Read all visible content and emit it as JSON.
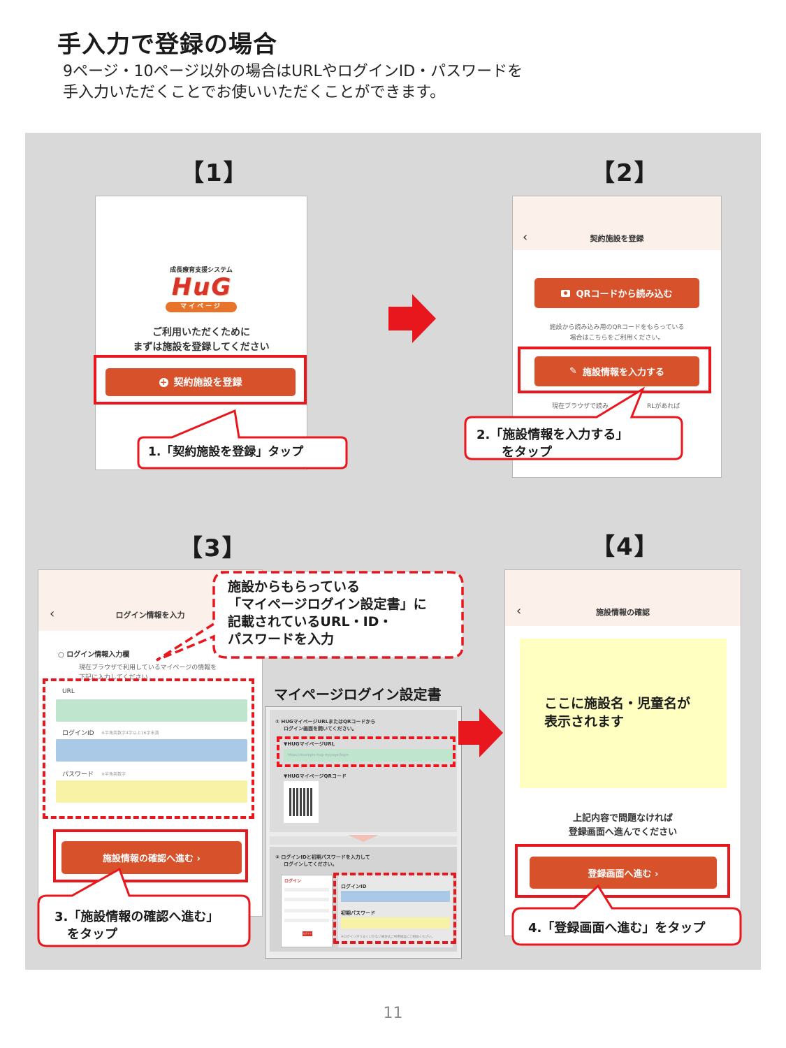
{
  "header": {
    "title": "手入力で登録の場合",
    "subtitle_line1": "9ページ・10ページ以外の場合はURLやログインID・パスワードを",
    "subtitle_line2": "手入力いただくことでお使いいただくことができます。"
  },
  "steps": {
    "s1": {
      "label": "【1】",
      "app_tagline": "成長療育支援システム",
      "logo_text": "HuG",
      "logo_badge": "マイページ",
      "message_line1": "ご利用いただくために",
      "message_line2": "まずは施設を登録してください",
      "button": "契約施設を登録",
      "callout": "1.「契約施設を登録」タップ"
    },
    "s2": {
      "label": "【2】",
      "screen_title": "契約施設を登録",
      "qr_button": "QRコードから読み込む",
      "qr_note_line1": "施設から読み込み用のQRコードをもらっている",
      "qr_note_line2": "場合はこちらをご利用ください。",
      "input_button": "施設情報を入力する",
      "bottom_note_a": "現在ブラウザで読み",
      "bottom_note_b": "RLがあれば",
      "callout_line1": "2.「施設情報を入力する」",
      "callout_line2": "をタップ"
    },
    "s3": {
      "label": "【3】",
      "screen_title": "ログイン情報を入力",
      "section_title": "○ ログイン情報入力欄",
      "section_note_line1": "現在ブラウザで利用しているマイページの情報を",
      "section_note_line2": "下記に入力してください",
      "url_label": "URL",
      "id_label": "ログインID",
      "id_hint": "※半角英数字4字以上16字未満",
      "pw_label": "パスワード",
      "pw_hint": "※半角英数字",
      "button": "施設情報の確認へ進む ›",
      "callout_line1": "3.「施設情報の確認へ進む」",
      "callout_line2": "をタップ",
      "bubble_line1": "施設からもらっている",
      "bubble_line2": "「マイページログイン設定書」に",
      "bubble_line3": "記載されているURL・ID・",
      "bubble_line4": "パスワードを入力"
    },
    "doc": {
      "title": "マイページログイン設定書",
      "step1_line1": "① HUGマイページURLまたはQRコードから",
      "step1_line2": "ログイン画面を開いてください。",
      "url_label": "▼HUGマイページURL",
      "url_value": "https://example-hug-mypage/login",
      "qr_label": "▼HUGマイページQRコード",
      "step2_line1": "② ログインIDと初期パスワードを入力して",
      "step2_line2": "ログインしてください。",
      "login_mini": "ログイン",
      "login_btn": "ログイン",
      "id_label": "ログインID",
      "pw_label": "初期パスワード",
      "foot": "※ログインがうまくいかない場合はご利用施設にご相談ください。"
    },
    "s4": {
      "label": "【4】",
      "screen_title": "施設情報の確認",
      "placeholder_line1": "ここに施設名・児童名が",
      "placeholder_line2": "表示されます",
      "confirm_line1": "上記内容で問題なければ",
      "confirm_line2": "登録画面へ進んでください",
      "button": "登録画面へ進む ›",
      "callout": "4.「登録画面へ進む」をタップ"
    }
  },
  "colors": {
    "accent": "#d7522b",
    "highlight_red": "#e8171d",
    "url_field": "#bfe5cf",
    "id_field": "#a9c9e6",
    "pw_field": "#f7f2a6",
    "preview_box": "#ffffc2"
  },
  "icons": {
    "back": "‹",
    "plus_circle": "plus-circle-icon",
    "camera": "camera-icon",
    "pencil": "pencil-icon"
  },
  "footer": {
    "page_number": "11"
  }
}
